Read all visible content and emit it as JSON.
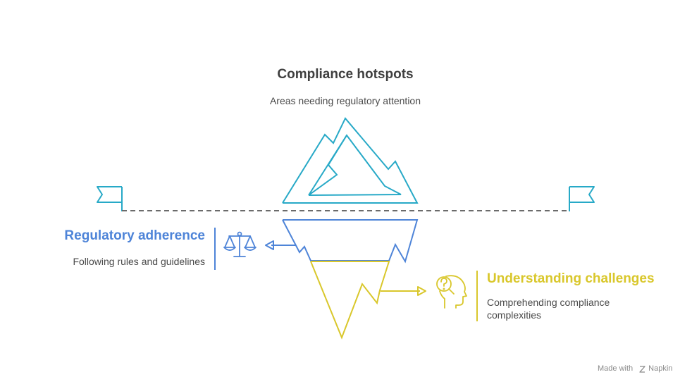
{
  "top": {
    "title": "Compliance hotspots",
    "subtitle": "Areas needing regulatory attention"
  },
  "left": {
    "heading": "Regulatory adherence",
    "description": "Following rules and guidelines",
    "icon": "scales-icon"
  },
  "right": {
    "heading": "Understanding challenges",
    "description": "Comprehending compliance complexities",
    "icon": "head-question-icon"
  },
  "watermark": {
    "text": "Made with",
    "brand": "Napkin",
    "icon": "napkin-logo-icon"
  },
  "colors": {
    "teal": "#27a9c7",
    "blue": "#4e84d8",
    "yellow": "#d9c72b",
    "dashed": "#6b6b6b",
    "text": "#3f3f3f"
  }
}
